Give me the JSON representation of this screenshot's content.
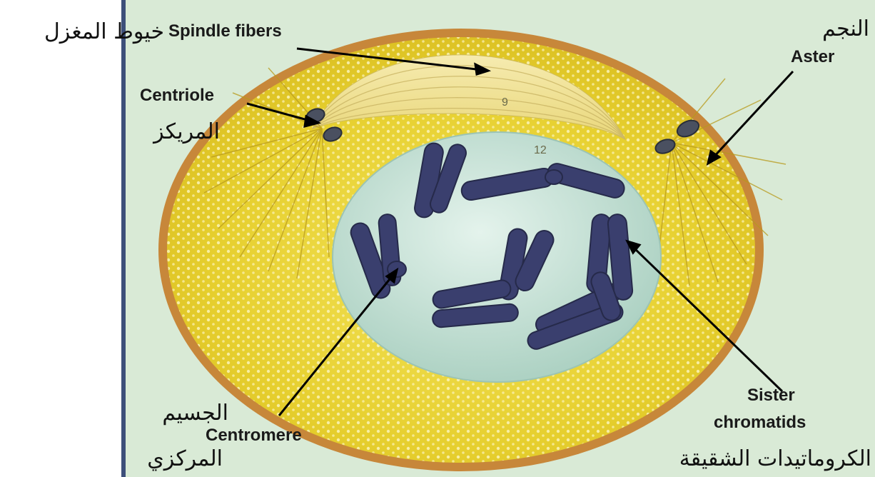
{
  "labels": {
    "spindle_en": "Spindle fibers",
    "spindle_ar": "خيوط المغزل",
    "aster_en": "Aster",
    "aster_ar": "النجم",
    "centriole_en": "Centriole",
    "centriole_ar": "المريكز",
    "centromere_en": "Centromere",
    "centromere_ar_line1": "الجسيم",
    "centromere_ar_line2": "المركزي",
    "sister_en_line1": "Sister",
    "sister_en_line2": "chromatids",
    "sister_ar": "الكروماتيدات الشقيقة"
  },
  "model_numbers": {
    "n9": "9",
    "n12": "12"
  },
  "colors": {
    "background": "#d9ead6",
    "rim": "#c7873a",
    "cytoplasm": "#e8d23a",
    "nucleus": "#c9e3d8",
    "chromosome": "#3a3f6e",
    "frame_border": "#3d4f7a"
  }
}
